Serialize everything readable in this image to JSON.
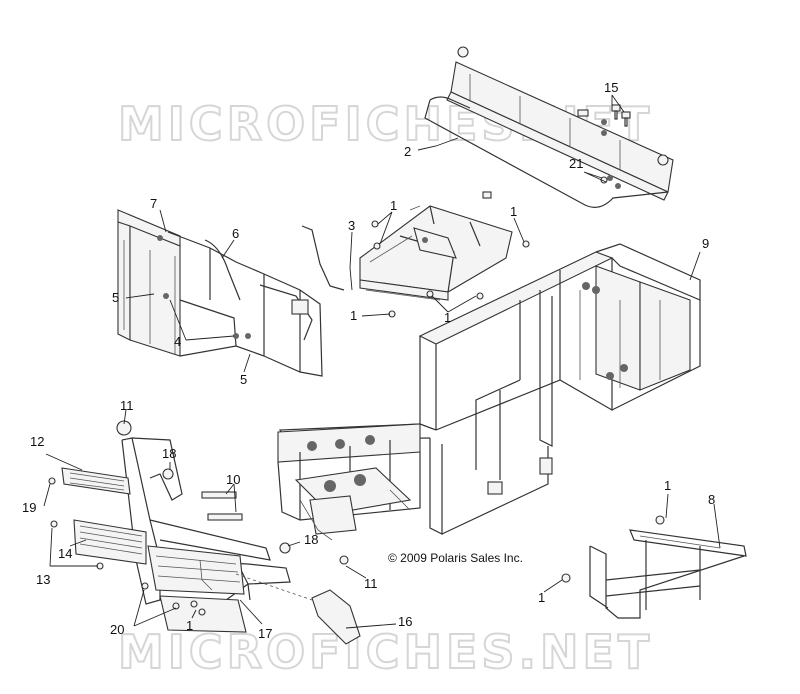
{
  "watermark": {
    "top_text": "MICROFICHES.NET",
    "bottom_text": "MICROFICHES.NET"
  },
  "copyright": "© 2009 Polaris Sales Inc.",
  "callouts": {
    "c15": "15",
    "c2": "2",
    "c21": "21",
    "c7": "7",
    "c6": "6",
    "c3": "3",
    "c1a": "1",
    "c1b": "1",
    "c9": "9",
    "c5a": "5",
    "c1c": "1",
    "c1d": "1",
    "c4": "4",
    "c5b": "5",
    "c11a": "11",
    "c12": "12",
    "c18a": "18",
    "c10": "10",
    "c19": "19",
    "c1e": "1",
    "c8": "8",
    "c13": "13",
    "c14": "14",
    "c18b": "18",
    "c11b": "11",
    "c1f": "1",
    "c20": "20",
    "c1g": "1",
    "c17": "17",
    "c16": "16"
  }
}
